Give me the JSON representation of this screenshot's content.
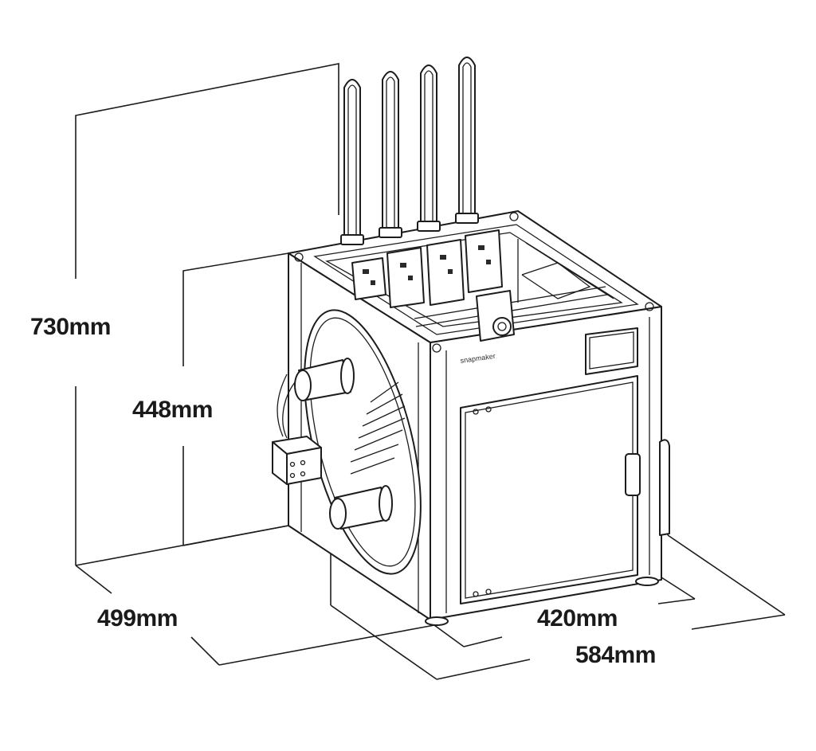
{
  "dimensions": {
    "height_total": "730mm",
    "height_body": "448mm",
    "depth": "499mm",
    "width_body": "420mm",
    "width_total": "584mm"
  },
  "brand": {
    "logo_text": "snapmaker"
  },
  "colors": {
    "line": "#1c1c1c",
    "background": "#ffffff"
  }
}
